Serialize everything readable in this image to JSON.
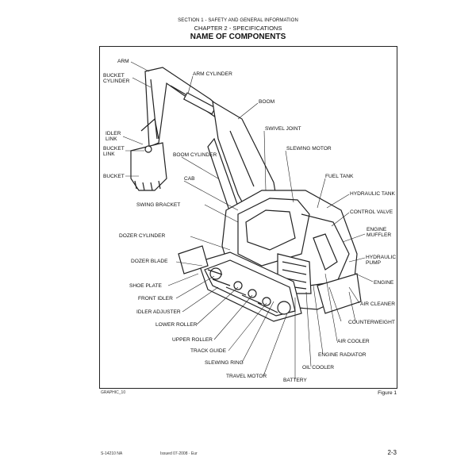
{
  "header": {
    "section": "SECTION 1 - SAFETY AND GENERAL INFORMATION",
    "chapter": "CHAPTER 2 - SPECIFICATIONS",
    "title": "NAME OF COMPONENTS"
  },
  "labels_left": [
    "ARM",
    "BUCKET CYLINDER",
    "IDLER LINK",
    "BUCKET LINK",
    "BUCKET",
    "SWING BRACKET",
    "DOZER CYLINDER",
    "DOZER BLADE",
    "SHOE PLATE",
    "FRONT IDLER",
    "IDLER ADJUSTER",
    "LOWER ROLLER",
    "UPPER ROLLER",
    "TRACK GUIDE",
    "SLEWING RING",
    "TRAVEL MOTOR"
  ],
  "labels_center": [
    "ARM CYLINDER",
    "BOOM",
    "SWIVEL JOINT",
    "SLEWING MOTOR",
    "BOOM CYLINDER",
    "CAB",
    "BATTERY",
    "OIL COOLER",
    "ENGINE RADIATOR"
  ],
  "labels_right": [
    "FUEL TANK",
    "HYDRAULIC TANK",
    "CONTROL VALVE",
    "ENGINE MUFFLER",
    "HYDRAULIC PUMP",
    "ENGINE",
    "AIR CLEANER",
    "COUNTERWEIGHT",
    "AIR COOLER"
  ],
  "figure": {
    "ref_code": "GRAPHIC_10",
    "caption": "Figure 1"
  },
  "footer": {
    "code": "S-14210 NA",
    "issued": "Issued 07-2008 · Eur",
    "page": "2-3"
  }
}
